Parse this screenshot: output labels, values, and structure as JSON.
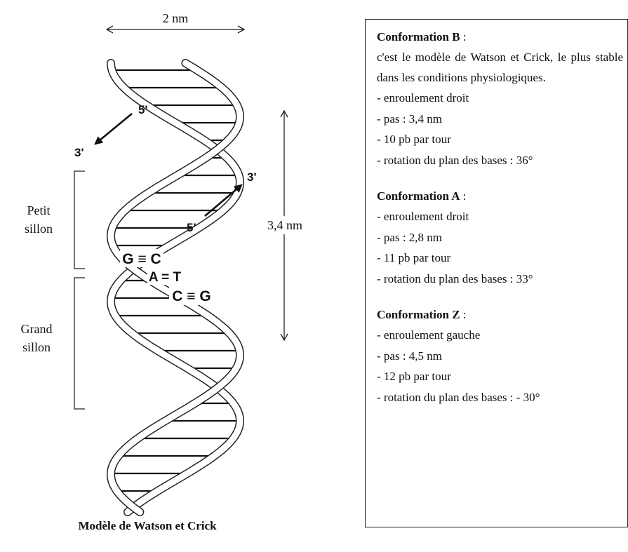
{
  "diagram": {
    "width_label": "2 nm",
    "pitch_label": "3,4 nm",
    "strand1": {
      "five_prime": "5'",
      "three_prime": "3'"
    },
    "strand2": {
      "five_prime": "5'",
      "three_prime": "3'"
    },
    "minor_groove": {
      "line1": "Petit",
      "line2": "sillon"
    },
    "major_groove": {
      "line1": "Grand",
      "line2": "sillon"
    },
    "base_pairs": [
      "G ≡ C",
      "A = T",
      "C ≡ G"
    ],
    "caption": "Modèle de Watson et Crick"
  },
  "info": {
    "sections": [
      {
        "title": "Conformation B",
        "colon": " :",
        "description": "c'est le modèle de Watson et Crick, le plus stable dans les conditions physiologiques.",
        "items": [
          "- enroulement droit",
          "- pas : 3,4 nm",
          "- 10 pb par tour",
          "- rotation du plan des bases : 36°"
        ]
      },
      {
        "title": "Conformation A",
        "colon": " :",
        "items": [
          "- enroulement droit",
          "- pas : 2,8 nm",
          "- 11 pb par tour",
          "- rotation du plan des bases : 33°"
        ]
      },
      {
        "title": "Conformation Z",
        "colon": " :",
        "items": [
          "- enroulement gauche",
          "- pas : 4,5 nm",
          "- 12 pb par tour",
          "- rotation du plan des bases : - 30°"
        ]
      }
    ]
  }
}
